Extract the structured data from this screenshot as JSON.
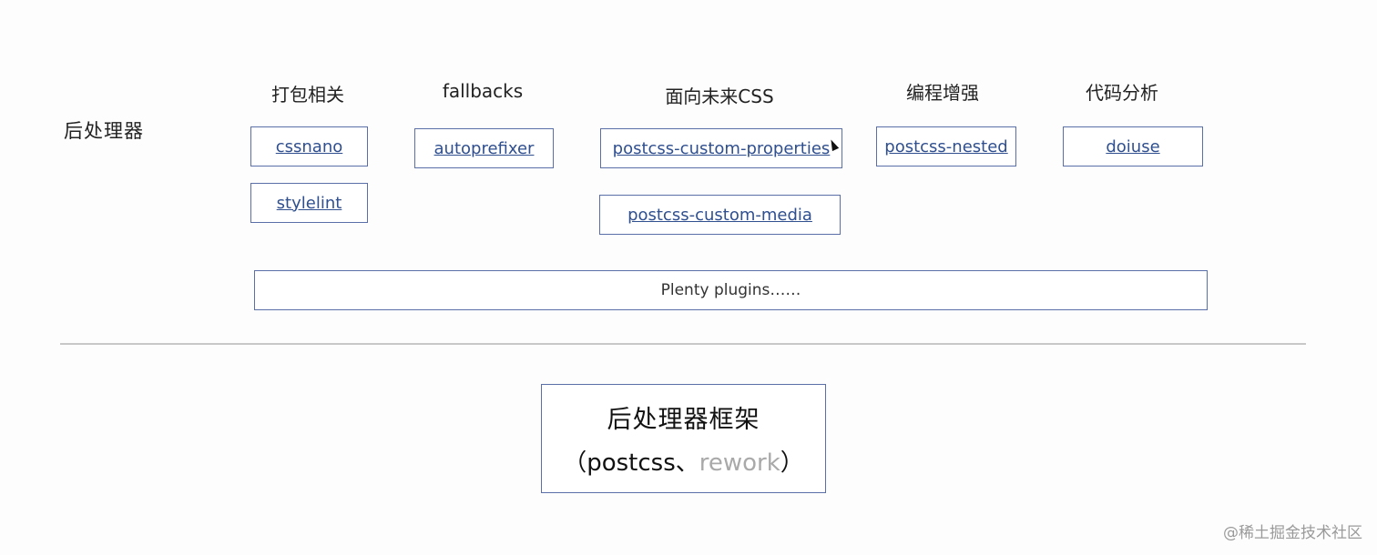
{
  "section_label": "后处理器",
  "categories": [
    {
      "label": "打包相关",
      "plugins": [
        "cssnano",
        "stylelint"
      ]
    },
    {
      "label": "fallbacks",
      "plugins": [
        "autoprefixer"
      ]
    },
    {
      "label": "面向未来CSS",
      "plugins": [
        "postcss-custom-properties",
        "postcss-custom-media"
      ]
    },
    {
      "label": "编程增强",
      "plugins": [
        "postcss-nested"
      ]
    },
    {
      "label": "代码分析",
      "plugins": [
        "doiuse"
      ]
    }
  ],
  "plenty_plugins": "Plenty plugins……",
  "framework": {
    "title": "后处理器框架",
    "open_paren": "（",
    "primary": "postcss、",
    "secondary": "rework",
    "close_paren": "）"
  },
  "watermark": "@稀土掘金技术社区"
}
